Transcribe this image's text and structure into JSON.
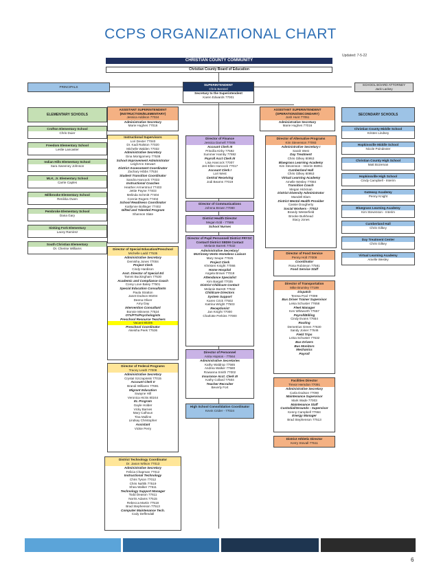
{
  "title": "CCPS ORGANIZATIONAL CHART",
  "updated": "Updated: 7-5-22",
  "community": "CHRISTIAN COUNTY COMMUNITY",
  "board": "Christian County Board of Education",
  "principals": "PRINCIPALS",
  "superintendent": {
    "title": "SUPERINTENDENT",
    "name": "Chris Bentzel",
    "sec_title": "Secretary to the Superintendent",
    "sec_name": "Karen Edwards 77001"
  },
  "attorney": {
    "title": "SCHOOL BOARD ATTORNEY",
    "name": "Jack Lackey"
  },
  "elementary": {
    "header": "ELEMENTARY SCHOOLS",
    "schools": [
      [
        "Crofton Elementary School",
        "Chris Duier"
      ],
      [
        "Freedom Elementary School",
        "Leslie Lancaster"
      ],
      [
        "Indian Hills Elementary School",
        "Sara Sweeney Johnson"
      ],
      [
        "MLK, Jr. Elementary School",
        "Carrie Caples"
      ],
      [
        "Millbrooke Elementary School",
        "Renikka Owen"
      ],
      [
        "Pembroke Elementary School",
        "Dana Gary"
      ],
      [
        "Sinking Fork Elementary",
        "Lacey Ramirez"
      ],
      [
        "South Christian Elementary",
        "Dr. Cherise Williams"
      ]
    ]
  },
  "secondary": {
    "header": "SECONDARY SCHOOLS",
    "schools": [
      [
        "Christian County Middle School",
        "Kristen Lindsey"
      ],
      [
        "Hopkinsville Middle School",
        "Nicole Poindexter"
      ],
      [
        "Christian County High School",
        "Matt Bozeman"
      ],
      [
        "Hopkinsville High School",
        "Cindy Campbell - Interim"
      ],
      [
        "Gateway Academy",
        "Penny Knight"
      ],
      [
        "Bluegrass Learning Academy",
        "Kim Stevenson - Interim"
      ],
      [
        "Cumberland Hall",
        "Chris Gilkey"
      ],
      [
        "Day Treatment Center",
        "Chris Gilkey"
      ],
      [
        "Virtual Learning Academy",
        "Amelle Wesley"
      ]
    ]
  },
  "asst_elem": {
    "title": "ASSISTANT SUPERINTENDENT (INSTRUCTION/ELEMENTARY)",
    "name": "Jessica Addison 77024",
    "sec_title": "Administrative Secretary",
    "sec_name": "Marie Hughes 77016"
  },
  "asst_sec": {
    "title": "ASSISTANT SUPERINTENDENT (OPERATIONS/SECONDARY)",
    "name": "Josh Hunt 77051",
    "sec_title": "Administrative Secretary",
    "sec_name": "Marie Hughes 77016"
  },
  "instructional": {
    "header": "Instructional Supervisors",
    "lines": [
      [
        "Lori Dexter 77040",
        ""
      ],
      [
        "Dr. Kadi Ralston 77020",
        ""
      ],
      [
        "Michelle Walden 77032",
        ""
      ],
      [
        "Administrative Secretary",
        "it"
      ],
      [
        "Gina Montgomery 77538",
        ""
      ],
      [
        "School Improvement Administrator",
        "it"
      ],
      [
        "LeighAnn Stewart",
        ""
      ],
      [
        "District Assessment Coordinator",
        "it"
      ],
      [
        "Zachary Hibbs 77534",
        ""
      ],
      [
        "Student Transition Coordinator",
        "it"
      ],
      [
        "Sandra Hancock 77033",
        ""
      ],
      [
        "Instructional Coaches",
        "it"
      ],
      [
        "Heather Armentrout 77403",
        ""
      ],
      [
        "Jettie Payne 77403",
        ""
      ],
      [
        "Melinda Schmitt 77404",
        ""
      ],
      [
        "Connie Rogers 77404",
        ""
      ],
      [
        "School Readiness Coordinator",
        "it"
      ],
      [
        "Kaitlynne Bollinger 77402",
        ""
      ],
      [
        "Gifted and Talented Program",
        "it"
      ],
      [
        "Shannon Slate",
        ""
      ]
    ]
  },
  "special_ed": {
    "header": "Director of Special Education/Preschool",
    "name": "Michelle Ladd 77535",
    "lines": [
      [
        "Administrative Secretary",
        "it"
      ],
      [
        "Demisha Jones 77004",
        ""
      ],
      [
        "Project Clerk",
        "it"
      ],
      [
        "Cindy Hardison",
        ""
      ],
      [
        "Asst. Director of Special Ed",
        "it"
      ],
      [
        "Tammi Buckingham 77530",
        ""
      ],
      [
        "Academic and Compliance Coach",
        "it"
      ],
      [
        "Corey Love Batey 77501",
        ""
      ],
      [
        "Special Education Consultants",
        "it"
      ],
      [
        "Paula Stratton",
        ""
      ],
      [
        "Janet Dodson 80204",
        ""
      ],
      [
        "Deena Oliver",
        ""
      ],
      [
        "Amy Day",
        ""
      ],
      [
        "Intervention Consultant",
        "it"
      ],
      [
        "Bonnie Minnens 77524",
        ""
      ],
      [
        "OTs/PTs/Psychologists",
        "it"
      ],
      [
        "Preschool Resource Teachers",
        "it"
      ],
      [
        "Vacant 80205",
        "vac"
      ],
      [
        "Preschool Coordinator",
        "it"
      ],
      [
        "Akeisha Peek 77536",
        ""
      ]
    ]
  },
  "federal": {
    "header": "Director of Federal Programs",
    "name": "Tracey Leath 77008",
    "lines": [
      [
        "Administrative Secretary",
        "it"
      ],
      [
        "Crystal Szczapinski 77015",
        ""
      ],
      [
        "Account Clerk II",
        "it"
      ],
      [
        "Brandi Williams 77691",
        ""
      ],
      [
        "Migrant Education",
        "it"
      ],
      [
        "Swayne Hill",
        ""
      ],
      [
        "Veronica Hicks 80244",
        ""
      ],
      [
        "EL Program",
        "it"
      ],
      [
        "Gayle Holder",
        ""
      ],
      [
        "Vicky Barnes",
        ""
      ],
      [
        "Mary Calhoun",
        ""
      ],
      [
        "Tina Mullins",
        ""
      ],
      [
        "Lindsay Christopher",
        ""
      ],
      [
        "Assistant",
        "it"
      ],
      [
        "Vickie Perry",
        ""
      ]
    ]
  },
  "technology": {
    "header": "District Technology Coordinator",
    "name": "Dr. Jason Wilson 77013",
    "lines": [
      [
        "Administrative Secretary",
        "it"
      ],
      [
        "Felicia Chapman 77012",
        ""
      ],
      [
        "Instructional Technology",
        "it"
      ],
      [
        "Chris Tyson 77012",
        ""
      ],
      [
        "Chris Nahlik 77519",
        ""
      ],
      [
        "Shea Walker 77511",
        ""
      ],
      [
        "Technology Support Manager",
        "it"
      ],
      [
        "Todd Deason 77611",
        ""
      ],
      [
        "Norris Adams 77515",
        ""
      ],
      [
        "Rebecca Martin 77518",
        ""
      ],
      [
        "Brad Stephenson 77513",
        ""
      ],
      [
        "Computer Maintenance Tech.",
        "it"
      ],
      [
        "Cody Deffendall",
        ""
      ]
    ]
  },
  "finance": {
    "header": "Director of Finance",
    "name": "Jessica Darnell 77006",
    "lines": [
      [
        "Account Clerk III",
        "it"
      ],
      [
        "Priscilla Kirby 77592",
        ""
      ],
      [
        "Summer Hamby 77692",
        ""
      ],
      [
        "Payroll Acct Clerk III",
        "it"
      ],
      [
        "Lisa Hancock 77007",
        ""
      ],
      [
        "Jeri-Ellen Hancock 77017",
        ""
      ],
      [
        "Account Clerk I",
        "it"
      ],
      [
        "Lori West",
        ""
      ],
      [
        "Central Receiving",
        "it"
      ],
      [
        "Jodi Bearns 77019",
        ""
      ]
    ]
  },
  "communications": {
    "header": "Director of Communications",
    "name": "Johnna Brown 77080"
  },
  "health": {
    "header": "District Health Director",
    "name": "Megan Edd - 77586",
    "lines": [
      [
        "School Nurses",
        "it"
      ]
    ]
  },
  "pupil": {
    "header": "Director of Pupil Personnel/ District FRYSC Contact/ District SBDM Contact",
    "name": "Melanie Barrett 77532",
    "lines": [
      [
        "Administrative Secretary/",
        "it"
      ],
      [
        "McKinney-Vento Homeless Liaison",
        "it"
      ],
      [
        "Mary Seupe 77025",
        ""
      ],
      [
        "Project Clerk",
        "it"
      ],
      [
        "Khristen Knight 77066",
        ""
      ],
      [
        "Home Hospital",
        "it"
      ],
      [
        "Angela Brown 77018",
        ""
      ],
      [
        "Attendance Specialist",
        "it"
      ],
      [
        "Kim Bargalt 77035",
        ""
      ],
      [
        "District Childcare Contact",
        "it"
      ],
      [
        "Melanie Barrett 77532",
        ""
      ],
      [
        "Childcare Directors",
        "it"
      ],
      [
        "System Support",
        "it"
      ],
      [
        "Karen Crick 77502",
        ""
      ],
      [
        "Katrina Wright 77503",
        ""
      ],
      [
        "Receptionist",
        "it"
      ],
      [
        "Jan Knight 77000",
        ""
      ],
      [
        "Charlotte Perkins 77000",
        ""
      ]
    ]
  },
  "personnel": {
    "header": "Director of Personnel",
    "name": "Anita Hopson - 77564",
    "lines": [
      [
        "Administrative Secretaries",
        "it"
      ],
      [
        "Kathy Waldrop 77565",
        ""
      ],
      [
        "Andrea Walker 77580",
        ""
      ],
      [
        "Rowanna Smith 77002",
        ""
      ],
      [
        "Insurance Acct. Clerk III",
        "it"
      ],
      [
        "Kathy Collard 77504",
        ""
      ],
      [
        "Teacher Recruiter",
        "it"
      ],
      [
        "Beverly Fort",
        ""
      ]
    ]
  },
  "highschool": {
    "header": "High School Consolidation Coordinator",
    "name": "Kevin Crider - 77024"
  },
  "alt_programs": {
    "header": "Director of Alternative Programs",
    "name": "Kim Stevenson 77093",
    "lines": [
      [
        "Administrative Secretary I",
        "it"
      ],
      [
        "Sarah West",
        ""
      ],
      [
        "Day Treatment",
        "it"
      ],
      [
        "Chris Gilkey 80953",
        ""
      ],
      [
        "Bluegrass Learning Academy",
        "it"
      ],
      [
        "Kim Stevenson - Interim 55951",
        ""
      ],
      [
        "Cumberland Hall",
        "it"
      ],
      [
        "Chris Gilkey 80953",
        ""
      ],
      [
        "Virtual Learning Academy",
        "it"
      ],
      [
        "Amelle Wesley 77084",
        ""
      ],
      [
        "Transition Coach",
        "it"
      ],
      [
        "Megan Hickman",
        ""
      ],
      [
        "District Diversity Administrator",
        "it"
      ],
      [
        "Mandell Elam",
        ""
      ],
      [
        "District Mental Health Provider",
        "it"
      ],
      [
        "Cassie Dougherty",
        ""
      ],
      [
        "Social Workers - 77512",
        "it"
      ],
      [
        "Brandy Westerfield",
        ""
      ],
      [
        "Brooke Burkhead",
        ""
      ],
      [
        "Stacy Jones",
        ""
      ]
    ]
  },
  "food": {
    "header": "Director of Food Service",
    "name": "Penny Holt 77009",
    "lines": [
      [
        "Coordinator",
        "it"
      ],
      [
        "Rosa Robinson 77581",
        ""
      ],
      [
        "Food Service Staff",
        "it"
      ]
    ]
  },
  "transport": {
    "header": "Director of Transportation",
    "name": "Mike Brumley 77199",
    "lines": [
      [
        "Dispatch",
        "it"
      ],
      [
        "Teresa Pool 77099",
        ""
      ],
      [
        "Bus Driver Trainer Supervisor",
        "it"
      ],
      [
        "Leisa Schuster 77658",
        ""
      ],
      [
        "Fleet Manager",
        "it"
      ],
      [
        "Ken Whitworth 77657",
        ""
      ],
      [
        "Payroll/Billing",
        "it"
      ],
      [
        "Cindy Evans 77654",
        ""
      ],
      [
        "Routing",
        "it"
      ],
      [
        "Demetrius Green 77630",
        ""
      ],
      [
        "Sandy Joiner 77646",
        ""
      ],
      [
        "Field Trips",
        "it"
      ],
      [
        "Leisa Schuster 77632",
        ""
      ],
      [
        "Bus Drivers",
        "it"
      ],
      [
        "Bus Monitors",
        "it"
      ],
      [
        "Mechanics",
        "it"
      ],
      [
        "Payroll",
        "it"
      ]
    ]
  },
  "facilities": {
    "header": "Facilities Director",
    "name": "Trevor Herndon 77091",
    "lines": [
      [
        "Administrative Secretary",
        "it"
      ],
      [
        "Carla Dodson 77090",
        ""
      ],
      [
        "Maintenance Supervisor",
        "it"
      ],
      [
        "Mark Wade 77003",
        ""
      ],
      [
        "Maintenance Staff",
        "it"
      ],
      [
        "Custodial/Grounds - Supervisor",
        "it"
      ],
      [
        "Kenny Campbell 77664",
        ""
      ],
      [
        "Energy Manager",
        "it"
      ],
      [
        "Brad Stephenson 77513",
        ""
      ]
    ]
  },
  "athletic": {
    "header": "District Athletic Director",
    "name": "Kerry Stovall 77511"
  },
  "page_number": "6",
  "colors": {
    "title": "#2e6fb5",
    "navy": "#1f3864",
    "peach": "#f4b183",
    "yellow": "#ffe699",
    "purple": "#c9b3e6",
    "blue": "#9dc3e6",
    "green": "#c5e0b4",
    "footer_light": "#5ba4d9",
    "footer_mid": "#2f6da3",
    "footer_dark": "#1e3550",
    "footer_black": "#2b2b2b"
  }
}
